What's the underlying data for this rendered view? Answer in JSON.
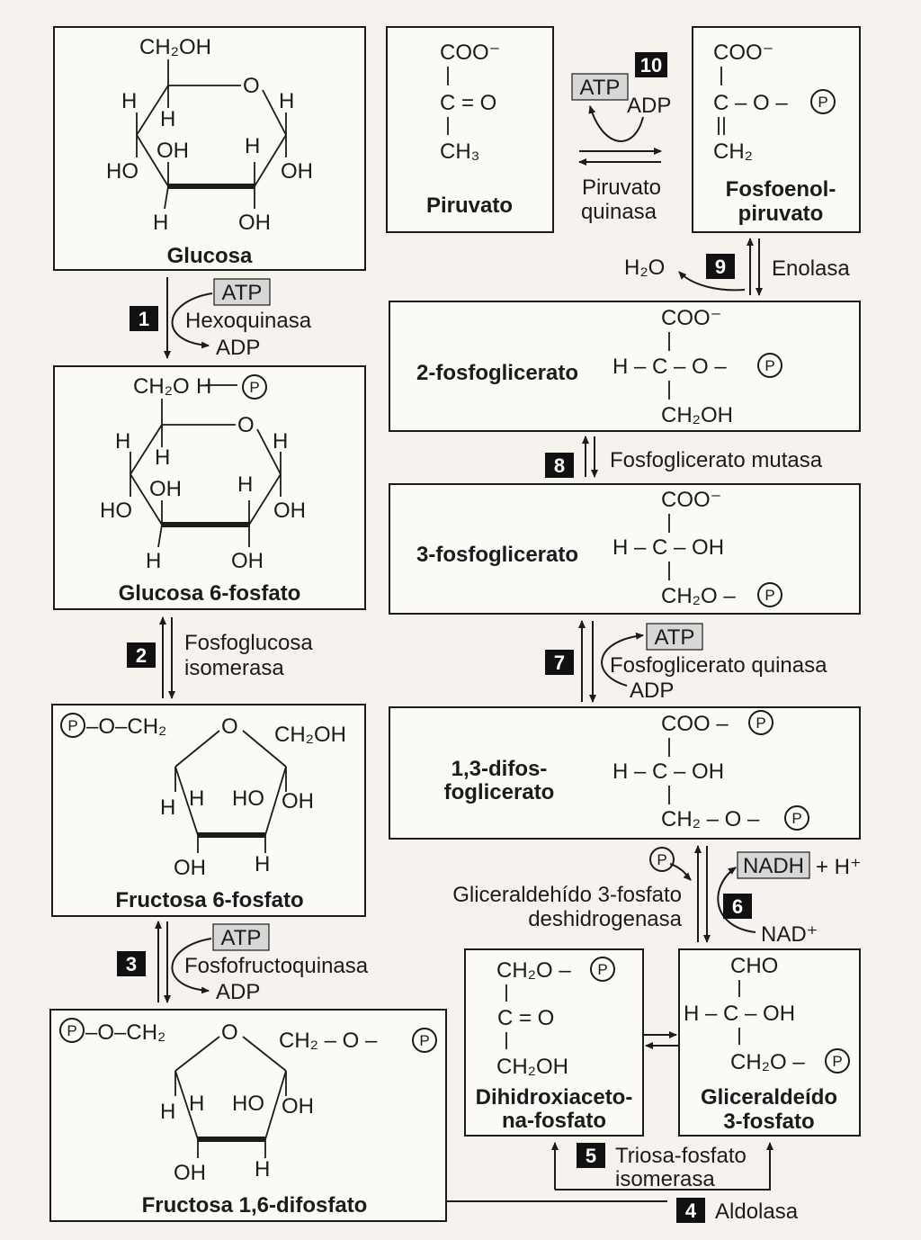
{
  "molecules": {
    "glucose": {
      "name": "Glucosa",
      "ch2oh": "CH₂OH",
      "ring_o": "O",
      "h": "H",
      "oh": "OH",
      "ho": "HO"
    },
    "g6p": {
      "name": "Glucosa 6-fosfato",
      "ch2o": "CH₂O",
      "p": "P"
    },
    "f6p": {
      "name": "Fructosa 6-fosfato",
      "prefix": "–O–CH₂",
      "ch2oh": "CH₂OH"
    },
    "f16bp": {
      "name": "Fructosa 1,6-difosfato",
      "prefix": "–O–CH₂",
      "ch2op": "CH₂ – O –"
    },
    "dhap": {
      "name1": "Dihidroxiaceto-",
      "name2": "na-fosfato",
      "l1": "CH₂O –",
      "l2": "C = O",
      "l3": "CH₂OH"
    },
    "gap": {
      "name1": "Gliceraldeído",
      "name2": "3-fosfato",
      "l1": "CHO",
      "l2": "H – C – OH",
      "l3": "CH₂O –"
    },
    "bpg13": {
      "name1": "1,3-difos-",
      "name2": "foglicerato",
      "l1": "COO –",
      "l2": "H – C – OH",
      "l3": "CH₂ – O –"
    },
    "pg3": {
      "name": "3-fosfoglicerato",
      "l1": "COO⁻",
      "l2": "H – C – OH",
      "l3": "CH₂O –"
    },
    "pg2": {
      "name": "2-fosfoglicerato",
      "l1": "COO⁻",
      "l2": "H – C – O –",
      "l3": "CH₂OH"
    },
    "pep": {
      "name1": "Fosfoenol-",
      "name2": "piruvato",
      "l1": "COO⁻",
      "l2": "C – O –",
      "l3": "CH₂"
    },
    "pyruvate": {
      "name": "Piruvato",
      "l1": "COO⁻",
      "l2": "C = O",
      "l3": "CH₃"
    }
  },
  "steps": [
    {
      "num": "1",
      "enzyme": "Hexoquinasa",
      "in": "ATP",
      "out": "ADP"
    },
    {
      "num": "2",
      "enzyme1": "Fosfoglucosa",
      "enzyme2": "isomerasa"
    },
    {
      "num": "3",
      "enzyme": "Fosfofructoquinasa",
      "in": "ATP",
      "out": "ADP"
    },
    {
      "num": "4",
      "enzyme": "Aldolasa"
    },
    {
      "num": "5",
      "enzyme1": "Triosa-fosfato",
      "enzyme2": "isomerasa"
    },
    {
      "num": "6",
      "enzyme1": "Gliceraldehído 3-fosfato",
      "enzyme2": "deshidrogenasa",
      "in": "NAD⁺",
      "out": "NADH",
      "extra": "+ H⁺",
      "pi": "P"
    },
    {
      "num": "7",
      "enzyme": "Fosfoglicerato quinasa",
      "in": "ATP",
      "out": "ADP"
    },
    {
      "num": "8",
      "enzyme": "Fosfoglicerato mutasa"
    },
    {
      "num": "9",
      "enzyme": "Enolasa",
      "out": "H₂O"
    },
    {
      "num": "10",
      "enzyme1": "Piruvato",
      "enzyme2": "quinasa",
      "in": "ADP",
      "out": "ATP"
    }
  ]
}
